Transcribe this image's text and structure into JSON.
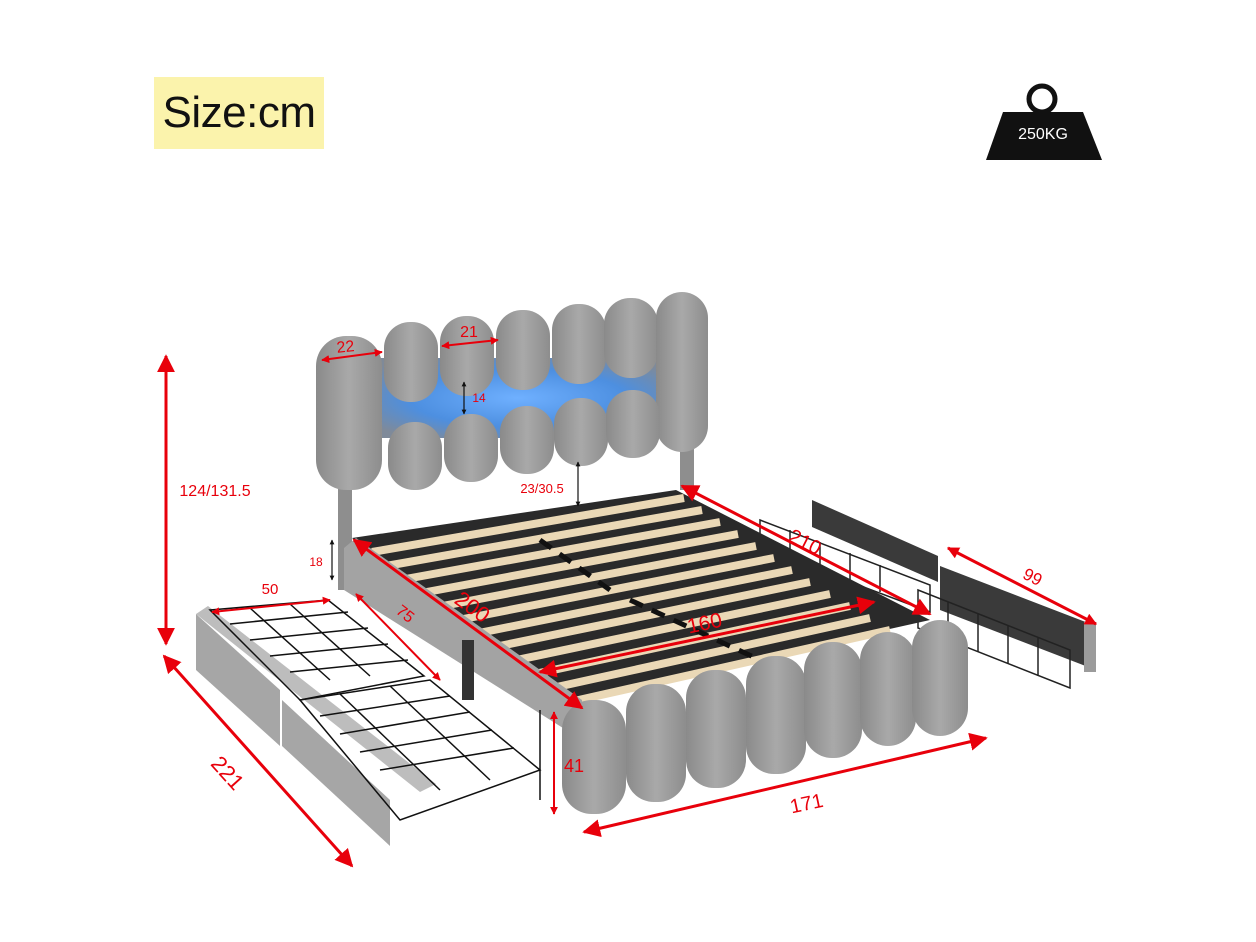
{
  "header": {
    "size_label": "Size:cm"
  },
  "weight_badge": {
    "label": "250KG",
    "icon": "weight-icon"
  },
  "dimensions": {
    "headboard_pad_width": "22",
    "headboard_pad_width_2": "21",
    "light_strip_height": "14",
    "headboard_clearance": "23/30.5",
    "total_height": "124/131.5",
    "side_rail_height": "18",
    "drawer_width": "50",
    "drawer_length": "75",
    "inner_length": "200",
    "outer_length": "210",
    "drawer_pull_out": "99",
    "inner_width": "160",
    "footboard_height": "41",
    "total_width": "171",
    "total_length": "221"
  },
  "colors": {
    "dimension_line": "#e8000b",
    "upholstery": "#9b9b9b",
    "slats": "#ead8b6",
    "led_glow": "#4d8fe0",
    "badge_bg": "#fbf3ac"
  }
}
